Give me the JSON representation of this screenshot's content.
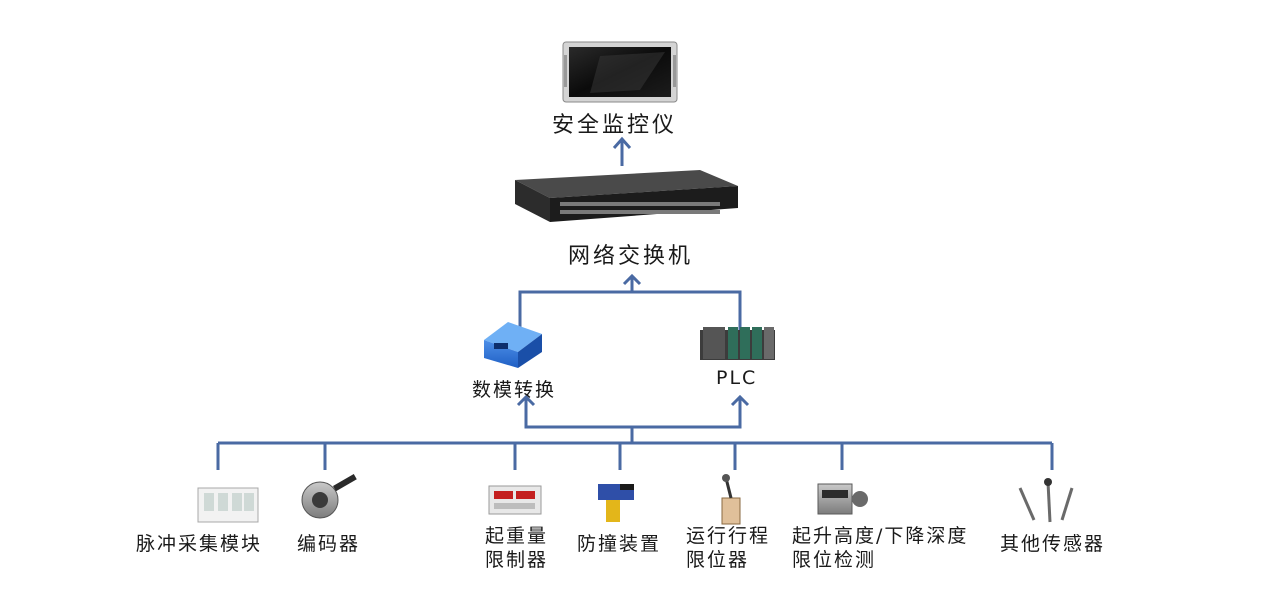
{
  "nodes": {
    "monitor": {
      "label": "安全监控仪",
      "icon": "monitor-icon"
    },
    "switch": {
      "label": "网络交换机",
      "icon": "network-switch-icon"
    },
    "converter": {
      "label": "数模转换",
      "icon": "converter-module-icon"
    },
    "plc": {
      "label": "PLC",
      "icon": "plc-rack-icon"
    },
    "pulse": {
      "label": "脉冲采集模块",
      "icon": "pulse-module-icon"
    },
    "encoder": {
      "label": "编码器",
      "icon": "encoder-icon"
    },
    "load_limiter": {
      "line1": "起重量",
      "line2": "限制器",
      "icon": "load-limiter-icon"
    },
    "anticollision": {
      "label": "防撞装置",
      "icon": "anticollision-sensor-icon"
    },
    "travel_limit": {
      "line1": "运行行程",
      "line2": "限位器",
      "icon": "travel-limit-switch-icon"
    },
    "height_limit": {
      "line1": "起升高度/下降深度",
      "line2": "限位检测",
      "icon": "height-limit-motor-icon"
    },
    "other_sensors": {
      "label": "其他传感器",
      "icon": "sensor-probes-icon"
    }
  },
  "colors": {
    "connector": "#4a6aa3",
    "text": "#1a1a1a"
  }
}
